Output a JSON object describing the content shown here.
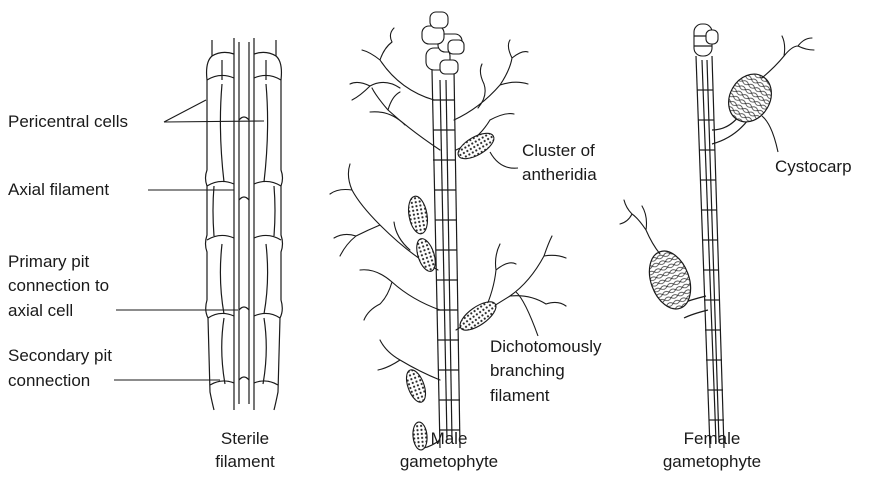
{
  "labels": {
    "pericentral": "Pericentral cells",
    "axial": "Axial filament",
    "primary_pit": [
      "Primary pit",
      "connection to",
      "axial cell"
    ],
    "secondary_pit": [
      "Secondary pit",
      "connection"
    ],
    "antheridia": [
      "Cluster of",
      "antheridia"
    ],
    "dichotomous": [
      "Dichotomously",
      "branching",
      "filament"
    ],
    "cystocarp": "Cystocarp"
  },
  "captions": {
    "sterile": [
      "Sterile",
      "filament"
    ],
    "male": [
      "Male",
      "gametophyte"
    ],
    "female": [
      "Female",
      "gametophyte"
    ]
  }
}
